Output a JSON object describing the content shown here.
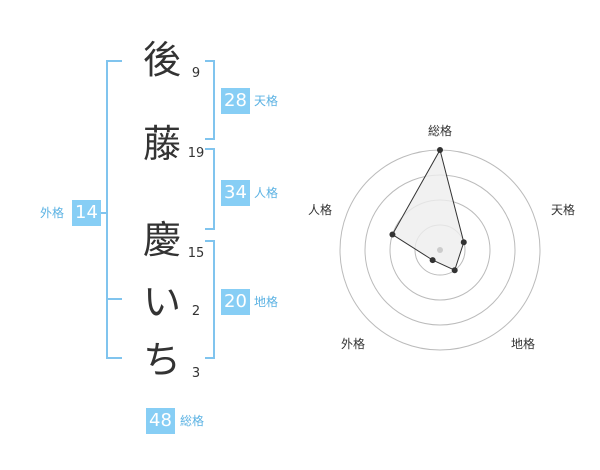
{
  "name": {
    "characters": [
      {
        "char": "後",
        "strokes": "9"
      },
      {
        "char": "藤",
        "strokes": "19"
      },
      {
        "char": "慶",
        "strokes": "15"
      },
      {
        "char": "い",
        "strokes": "2"
      },
      {
        "char": "ち",
        "strokes": "3"
      }
    ]
  },
  "fortune": {
    "tenkaku": {
      "value": "28",
      "label": "天格"
    },
    "jinkaku": {
      "value": "34",
      "label": "人格"
    },
    "chikaku": {
      "value": "20",
      "label": "地格"
    },
    "gaikaku": {
      "value": "14",
      "label": "外格"
    },
    "soukaku": {
      "value": "48",
      "label": "総格"
    }
  },
  "radar": {
    "axes": [
      "総格",
      "天格",
      "地格",
      "外格",
      "人格"
    ],
    "rings": 4,
    "values": [
      4,
      1,
      1,
      0.5,
      2
    ],
    "fill_color": "#eeeeee",
    "ring_color": "#bbbbbb",
    "point_color": "#333333"
  },
  "colors": {
    "accent": "#87cef5",
    "accent_text": "#5bb2e3",
    "bracket": "#80c4ee"
  }
}
